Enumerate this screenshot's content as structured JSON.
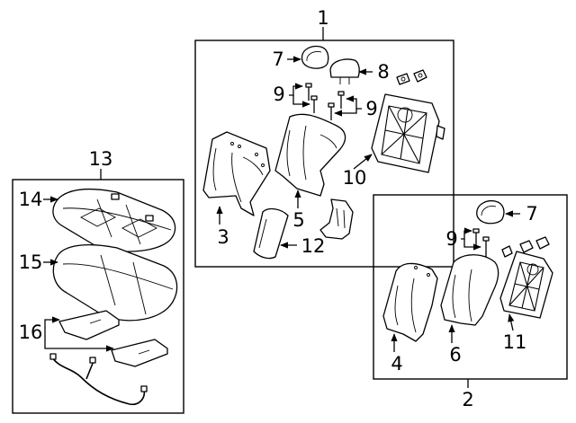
{
  "callouts": {
    "c1": "1",
    "c2": "2",
    "c3": "3",
    "c4": "4",
    "c5": "5",
    "c6": "6",
    "c7a": "7",
    "c7b": "7",
    "c8": "8",
    "c9a": "9",
    "c9b": "9",
    "c9c": "9",
    "c10": "10",
    "c11": "11",
    "c12": "12",
    "c13": "13",
    "c14": "14",
    "c15": "15",
    "c16": "16"
  },
  "icons": [
    "headrest-icon",
    "seatback-frame-icon",
    "seat-cushion-icon",
    "seat-cover-icon",
    "bolt-icon",
    "clip-icon",
    "heater-pad-icon",
    "wire-harness-icon"
  ]
}
